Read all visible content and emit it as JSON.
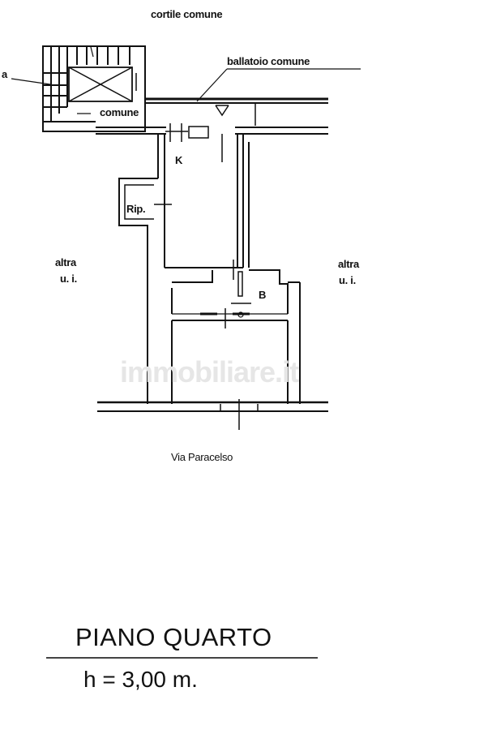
{
  "labels": {
    "cortile": "cortile comune",
    "ballatoio": "ballatoio comune",
    "scala_fragment": "a",
    "comune": "comune",
    "kitchen": "K",
    "ripostiglio": "Rip.",
    "bathroom": "B",
    "other_unit_left_1": "altra",
    "other_unit_left_2": "u. i.",
    "other_unit_right_1": "altra",
    "other_unit_right_2": "u. i.",
    "street": "Via Paracelso"
  },
  "watermark": "immobiliare.it",
  "footer": {
    "floor_title": "PIANO QUARTO",
    "height": "h = 3,00 m."
  },
  "colors": {
    "line": "#111111",
    "watermark": "#e6e6e6"
  }
}
